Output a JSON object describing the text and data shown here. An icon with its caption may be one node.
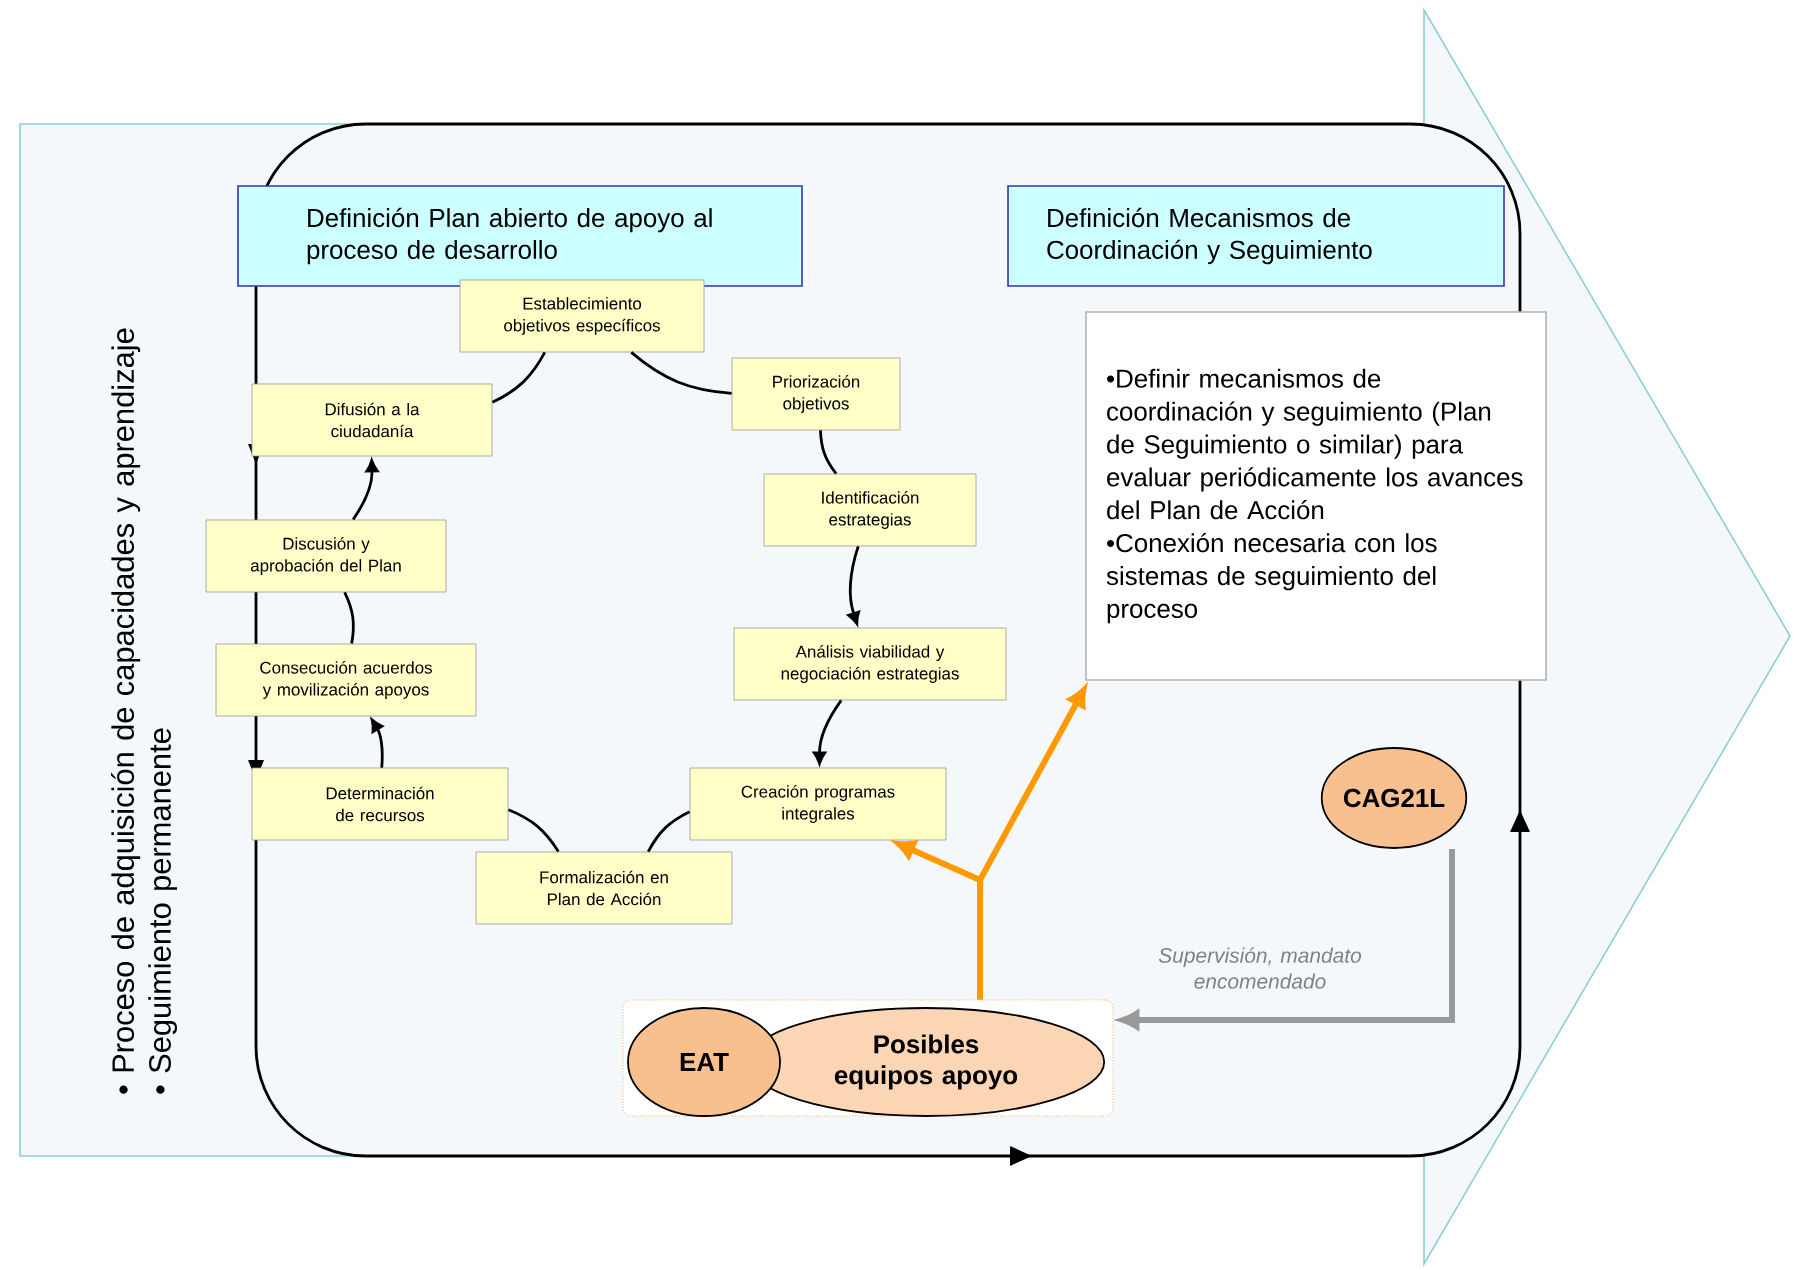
{
  "diagram": {
    "nodes": [
      {
        "text": [
          "• Proceso de adquisición de capacidades y aprendizaje",
          "• Seguimiento permanente"
        ]
      },
      {
        "text": [
          "Definición Plan abierto de apoyo al proceso de desarrollo"
        ],
        "in": 0
      },
      {
        "text": [
          "Establecimiento objetivos específicos"
        ],
        "in": 0
      },
      {
        "text": [
          "Priorización objetivos"
        ],
        "in": 0
      },
      {
        "text": [
          "Identificación estrategias"
        ],
        "in": 0
      },
      {
        "text": [
          "Análisis viabilidad y negociación estrategias"
        ],
        "in": 0
      },
      {
        "text": [
          "Creación programas integrales"
        ],
        "in": 0
      },
      {
        "text": [
          "Formalización en Plan de Acción"
        ],
        "in": 0
      },
      {
        "text": [
          "Determinación de recursos"
        ],
        "in": 0
      },
      {
        "text": [
          "Consecución acuerdos y movilización apoyos"
        ],
        "in": 0
      },
      {
        "text": [
          "Discusión y aprobación del Plan"
        ],
        "in": 0
      },
      {
        "text": [
          "Difusión a la ciudadanía"
        ],
        "in": 0
      },
      {
        "text": [
          "Definición Mecanismos de Coordinación y Seguimiento"
        ],
        "in": 0
      },
      {
        "text": [
          "•Definir mecanismos de coordinación y seguimiento (Plan de Seguimiento o similar) para evaluar periódicamente los avances del Plan de Acción",
          "•Conexión necesaria con los sistemas de seguimiento del proceso"
        ],
        "in": 0
      },
      {
        "text": [
          "CAG21L"
        ],
        "in": 0
      },
      {
        "text": [],
        "shape": "box",
        "in": 0
      },
      {
        "text": [
          "EAT"
        ],
        "in": 15
      },
      {
        "text": [
          "Posibles equipos apoyo"
        ],
        "in": 15
      }
    ],
    "edges": [
      {
        "from": 2,
        "to": 3,
        "arrow": "none"
      },
      {
        "from": 3,
        "to": 4,
        "arrow": "none"
      },
      {
        "from": 4,
        "to": 5,
        "arrow": "to"
      },
      {
        "from": 5,
        "to": 6,
        "arrow": "to"
      },
      {
        "from": 6,
        "to": 7,
        "arrow": "none"
      },
      {
        "from": 7,
        "to": 8,
        "arrow": "none"
      },
      {
        "from": 8,
        "to": 9,
        "arrow": "to"
      },
      {
        "from": 9,
        "to": 10,
        "arrow": "none"
      },
      {
        "from": 10,
        "to": 11,
        "arrow": "to"
      },
      {
        "from": 11,
        "to": 2,
        "arrow": "none"
      },
      {
        "from": 15,
        "to": 6,
        "arrow": "to",
        "style": "thick",
        "color": "#ff9900"
      },
      {
        "from": 15,
        "to": 13,
        "arrow": "to",
        "style": "thick",
        "color": "#ff9900"
      },
      {
        "from": 14,
        "to": 15,
        "arrow": "to",
        "style": "thick",
        "color": "#999999",
        "label": "Supervisión, mandato encomendado"
      }
    ]
  }
}
